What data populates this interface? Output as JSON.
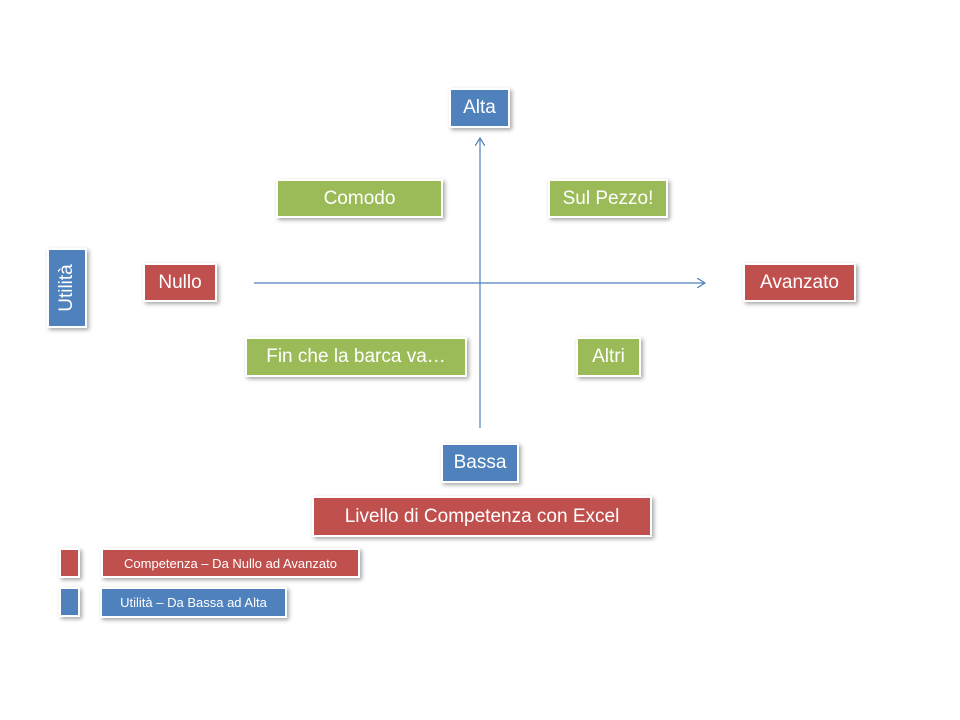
{
  "diagram": {
    "axis_labels": {
      "top": "Alta",
      "bottom": "Bassa",
      "left": "Nullo",
      "right": "Avanzato",
      "vertical_title": "Utilità",
      "horizontal_title": "Livello di Competenza con Excel"
    },
    "quadrants": {
      "top_left": "Comodo",
      "top_right": "Sul Pezzo!",
      "bottom_left": "Fin che la barca va…",
      "bottom_right": "Altri"
    },
    "legend": [
      {
        "text": "Competenza – Da Nullo ad Avanzato",
        "color": "#c0504d"
      },
      {
        "text": "Utilità – Da Bassa ad Alta",
        "color": "#4f81bd"
      }
    ],
    "colors": {
      "competence": "#c0504d",
      "utility": "#4f81bd",
      "quadrant": "#9bbb59",
      "axis_line": "#4f81bd"
    }
  }
}
